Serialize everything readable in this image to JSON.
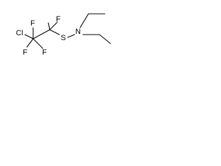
{
  "molecule": {
    "atoms": {
      "cl": "Cl",
      "f_top_left": "F",
      "f_top_right": "F",
      "f_bottom_left": "F",
      "f_bottom_right": "F",
      "s": "S",
      "n": "N"
    }
  },
  "colors": {
    "ink": "#000000",
    "background": "#ffffff"
  }
}
